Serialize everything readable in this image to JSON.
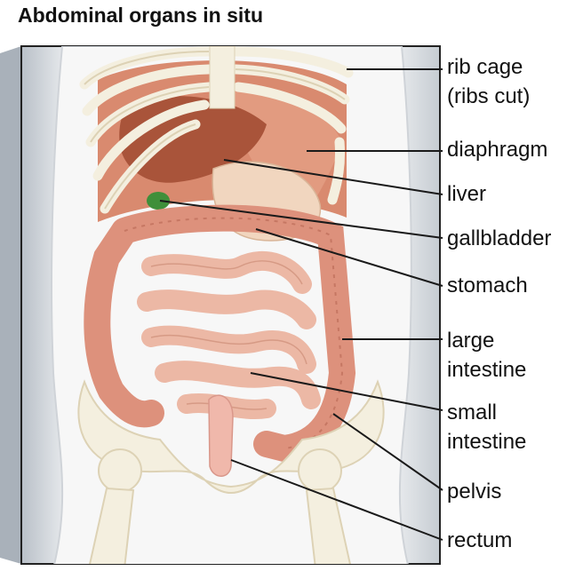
{
  "title": "Abdominal organs in situ",
  "labels": {
    "rib_cage": [
      "rib cage",
      "(ribs cut)"
    ],
    "diaphragm": "diaphragm",
    "liver": "liver",
    "gallbladder": "gallbladder",
    "stomach": "stomach",
    "large_intestine": [
      "large",
      "intestine"
    ],
    "small_intestine": [
      "small",
      "intestine"
    ],
    "pelvis": "pelvis",
    "rectum": "rectum"
  },
  "colors": {
    "frame": "#222222",
    "body_panel": "#eef0f2",
    "skin_outline": "#c9cdd2",
    "bone": "#f4efdf",
    "bone_shadow": "#ddd2b5",
    "muscle": "#d98a6f",
    "liver": "#a9543a",
    "gallbladder": "#3f8f3a",
    "stomach": "#f1d6bf",
    "large_intestine": "#dd917c",
    "small_intestine": "#ecb8a5",
    "rectum": "#f0b8ab",
    "leader_line": "#1a1a1a"
  }
}
